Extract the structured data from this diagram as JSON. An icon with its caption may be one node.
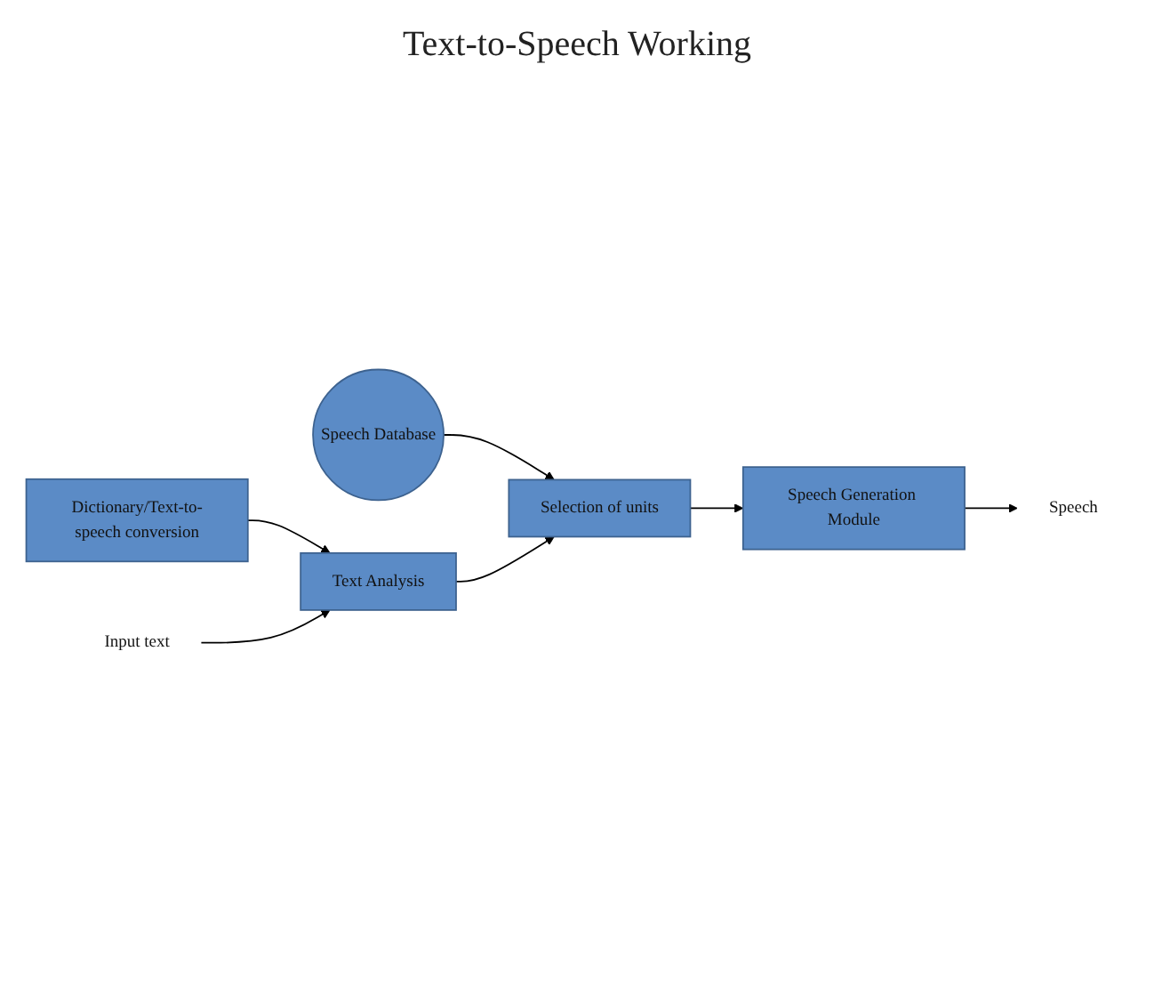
{
  "diagram": {
    "title": "Text-to-Speech Working",
    "nodes": [
      {
        "text": [
          "Dictionary/Text-to-speech conversion"
        ]
      },
      {
        "text": [
          "Speech Database"
        ]
      },
      {
        "text": [
          "Input text"
        ]
      },
      {
        "text": [
          "Text Analysis"
        ]
      },
      {
        "text": [
          "Selection of units"
        ]
      },
      {
        "text": [
          "Speech Generation Module"
        ]
      },
      {
        "text": [
          "Speech"
        ]
      }
    ],
    "edges": [
      {
        "from": 0,
        "to": 3,
        "arrow": "to"
      },
      {
        "from": 1,
        "to": 4,
        "arrow": "to"
      },
      {
        "from": 2,
        "to": 3,
        "arrow": "to"
      },
      {
        "from": 3,
        "to": 4,
        "arrow": "to"
      },
      {
        "from": 4,
        "to": 5,
        "arrow": "to"
      },
      {
        "from": 5,
        "to": 6,
        "arrow": "to"
      }
    ]
  }
}
